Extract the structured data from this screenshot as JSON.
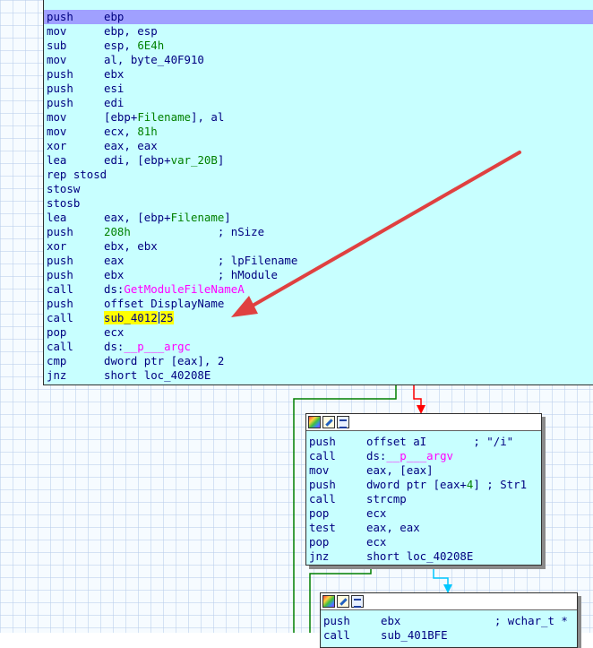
{
  "main_block": {
    "lines": [
      {
        "m": "push",
        "t": [
          {
            "x": "ebp"
          }
        ]
      },
      {
        "m": "mov",
        "t": [
          {
            "x": "ebp, esp"
          }
        ]
      },
      {
        "m": "sub",
        "t": [
          {
            "x": "esp, "
          },
          {
            "x": "6E4h",
            "c": "num"
          }
        ]
      },
      {
        "m": "mov",
        "t": [
          {
            "x": "al, byte_40F910"
          }
        ]
      },
      {
        "m": "push",
        "t": [
          {
            "x": "ebx"
          }
        ]
      },
      {
        "m": "push",
        "t": [
          {
            "x": "esi"
          }
        ]
      },
      {
        "m": "push",
        "t": [
          {
            "x": "edi"
          }
        ]
      },
      {
        "m": "mov",
        "t": [
          {
            "x": "[ebp+"
          },
          {
            "x": "Filename",
            "c": "grn"
          },
          {
            "x": "], al"
          }
        ]
      },
      {
        "m": "mov",
        "t": [
          {
            "x": "ecx, "
          },
          {
            "x": "81h",
            "c": "num"
          }
        ]
      },
      {
        "m": "xor",
        "t": [
          {
            "x": "eax, eax"
          }
        ]
      },
      {
        "m": "lea",
        "t": [
          {
            "x": "edi, [ebp+"
          },
          {
            "x": "var_20B",
            "c": "grn"
          },
          {
            "x": "]"
          }
        ]
      },
      {
        "m": "rep stosd",
        "t": []
      },
      {
        "m": "stosw",
        "t": []
      },
      {
        "m": "stosb",
        "t": []
      },
      {
        "m": "lea",
        "t": [
          {
            "x": "eax, [ebp+"
          },
          {
            "x": "Filename",
            "c": "grn"
          },
          {
            "x": "]"
          }
        ]
      },
      {
        "m": "push",
        "t": [
          {
            "x": "208h",
            "c": "num"
          },
          {
            "x": "             ; nSize",
            "c": "cmt"
          }
        ]
      },
      {
        "m": "xor",
        "t": [
          {
            "x": "ebx, ebx"
          }
        ]
      },
      {
        "m": "push",
        "t": [
          {
            "x": "eax"
          },
          {
            "x": "              ; lpFilename",
            "c": "cmt"
          }
        ]
      },
      {
        "m": "push",
        "t": [
          {
            "x": "ebx"
          },
          {
            "x": "              ; hModule",
            "c": "cmt"
          }
        ]
      },
      {
        "m": "call",
        "t": [
          {
            "x": "ds:"
          },
          {
            "x": "GetModuleFileNameA",
            "c": "imp"
          }
        ]
      },
      {
        "m": "push",
        "t": [
          {
            "x": "offset DisplayName"
          }
        ]
      },
      {
        "m": "call",
        "t": [
          {
            "x": "sub_4012",
            "c": "hlsym",
            "cursor": true
          },
          {
            "x": "25",
            "c": "hlsym"
          }
        ]
      },
      {
        "m": "pop",
        "t": [
          {
            "x": "ecx"
          }
        ]
      },
      {
        "m": "call",
        "t": [
          {
            "x": "ds:"
          },
          {
            "x": "__p___argc",
            "c": "imp"
          }
        ]
      },
      {
        "m": "cmp",
        "t": [
          {
            "x": "dword ptr [eax], 2"
          }
        ]
      },
      {
        "m": "jnz",
        "t": [
          {
            "x": "short loc_40208E"
          }
        ]
      }
    ]
  },
  "block2": {
    "lines": [
      {
        "m": "push",
        "t": [
          {
            "x": "offset aI"
          },
          {
            "x": "       ; \"/i\"",
            "c": "cmt"
          }
        ]
      },
      {
        "m": "call",
        "t": [
          {
            "x": "ds:"
          },
          {
            "x": "__p___argv",
            "c": "imp"
          }
        ]
      },
      {
        "m": "mov",
        "t": [
          {
            "x": "eax, [eax]"
          }
        ]
      },
      {
        "m": "push",
        "t": [
          {
            "x": "dword ptr [eax+"
          },
          {
            "x": "4",
            "c": "num"
          },
          {
            "x": "] ; Str1"
          }
        ]
      },
      {
        "m": "call",
        "t": [
          {
            "x": "strcmp"
          }
        ]
      },
      {
        "m": "pop",
        "t": [
          {
            "x": "ecx"
          }
        ]
      },
      {
        "m": "test",
        "t": [
          {
            "x": "eax, eax"
          }
        ]
      },
      {
        "m": "pop",
        "t": [
          {
            "x": "ecx"
          }
        ]
      },
      {
        "m": "jnz",
        "t": [
          {
            "x": "short loc_40208E"
          }
        ]
      }
    ]
  },
  "block3": {
    "lines": [
      {
        "m": "push",
        "t": [
          {
            "x": "ebx"
          },
          {
            "x": "              ; wchar_t *",
            "c": "cmt"
          }
        ]
      },
      {
        "m": "call",
        "t": [
          {
            "x": "sub_401BFE"
          }
        ]
      }
    ]
  },
  "colors": {
    "node_bg": "#c8ffff",
    "highlight_row": "#a0a0ff",
    "symbol_highlight": "#ffff00",
    "edge_true": "#008000",
    "edge_false": "#ff0000",
    "edge_normal": "#00c8ff",
    "annotation_arrow": "#e04040"
  },
  "icons": [
    "color-palette-icon",
    "edit-pencil-icon",
    "graph-view-icon"
  ]
}
